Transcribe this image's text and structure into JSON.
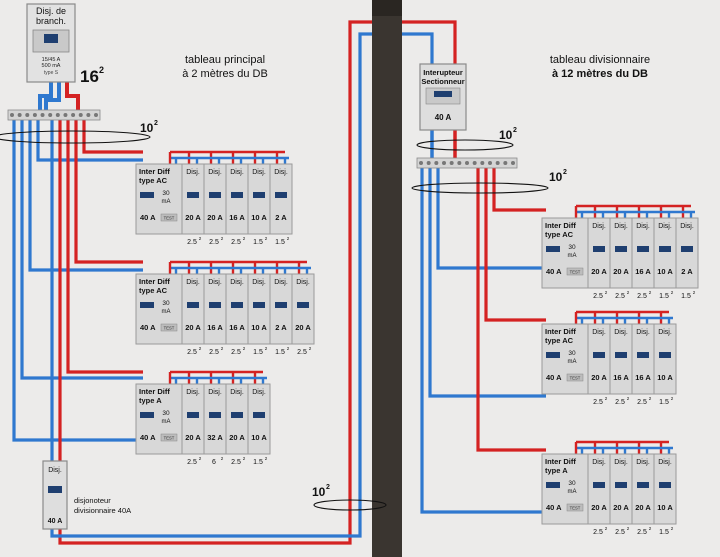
{
  "colors": {
    "phase": "#d42222",
    "neutral": "#2f78cf",
    "background": "#ecebea",
    "module_face": "#d8d8d8",
    "module_border": "#9a9a9a",
    "pillar": "#3a3530",
    "text": "#111111"
  },
  "main_breaker": {
    "title_line1": "Disj. de",
    "title_line2": "branch.",
    "spec_line1": "15/45 A",
    "spec_line2": "500 mA",
    "spec_line3": "type S"
  },
  "section_labels": {
    "main_panel_line1": "tableau principal",
    "main_panel_line2": "à 2 mètres du DB",
    "sub_panel_line1": "tableau divisionnaire",
    "sub_panel_line2": "à 12 mètres du DB"
  },
  "cable_labels": {
    "main_feed": "16",
    "main_bus": "10",
    "sub_feed": "10",
    "sub_bus": "10",
    "sub_bus2": "10",
    "exponent": "2"
  },
  "isolator": {
    "line1": "Interupteur",
    "line2": "Sectionneur",
    "rating": "40 A"
  },
  "sub_breaker": {
    "label": "Disj.",
    "rating": "40 A",
    "caption_line1": "disjonoteur",
    "caption_line2": "divisionnaire 40A"
  },
  "breaker_label": "Disj.",
  "rows": [
    {
      "rcd": {
        "line1": "Inter Diff",
        "line2": "type AC",
        "sens": "30",
        "unit": "mA",
        "rating": "40 A",
        "test": "TEST"
      },
      "breakers": [
        {
          "label": "Disj.",
          "rating": "20 A",
          "section": "2.5"
        },
        {
          "label": "Disj.",
          "rating": "20 A",
          "section": "2.5"
        },
        {
          "label": "Disj.",
          "rating": "16 A",
          "section": "2.5"
        },
        {
          "label": "Disj.",
          "rating": "10 A",
          "section": "1.5"
        },
        {
          "label": "Disj.",
          "rating": "2 A",
          "section": "1.5"
        }
      ]
    },
    {
      "rcd": {
        "line1": "Inter Diff",
        "line2": "type AC",
        "sens": "30",
        "unit": "mA",
        "rating": "40 A",
        "test": "TEST"
      },
      "breakers": [
        {
          "label": "Disj.",
          "rating": "20 A",
          "section": "2.5"
        },
        {
          "label": "Disj.",
          "rating": "16 A",
          "section": "2.5"
        },
        {
          "label": "Disj.",
          "rating": "16 A",
          "section": "2.5"
        },
        {
          "label": "Disj.",
          "rating": "10 A",
          "section": "1.5"
        },
        {
          "label": "Disj.",
          "rating": "2 A",
          "section": "1.5"
        },
        {
          "label": "Disj.",
          "rating": "20 A",
          "section": "2.5"
        }
      ]
    },
    {
      "rcd": {
        "line1": "Inter Diff",
        "line2": "type A",
        "sens": "30",
        "unit": "mA",
        "rating": "40 A",
        "test": "TEST"
      },
      "breakers": [
        {
          "label": "Disj.",
          "rating": "20 A",
          "section": "2.5"
        },
        {
          "label": "Disj.",
          "rating": "32 A",
          "section": "6"
        },
        {
          "label": "Disj.",
          "rating": "20 A",
          "section": "2.5"
        },
        {
          "label": "Disj.",
          "rating": "10 A",
          "section": "1.5"
        }
      ]
    },
    {
      "rcd": {
        "line1": "Inter Diff",
        "line2": "type AC",
        "sens": "30",
        "unit": "mA",
        "rating": "40 A",
        "test": "TEST"
      },
      "breakers": [
        {
          "label": "Disj.",
          "rating": "20 A",
          "section": "2.5"
        },
        {
          "label": "Disj.",
          "rating": "20 A",
          "section": "2.5"
        },
        {
          "label": "Disj.",
          "rating": "16 A",
          "section": "2.5"
        },
        {
          "label": "Disj.",
          "rating": "10 A",
          "section": "1.5"
        },
        {
          "label": "Disj.",
          "rating": "2 A",
          "section": "1.5"
        }
      ]
    },
    {
      "rcd": {
        "line1": "Inter Diff",
        "line2": "type AC",
        "sens": "30",
        "unit": "mA",
        "rating": "40 A",
        "test": "TEST"
      },
      "breakers": [
        {
          "label": "Disj.",
          "rating": "20 A",
          "section": "2.5"
        },
        {
          "label": "Disj.",
          "rating": "16 A",
          "section": "2.5"
        },
        {
          "label": "Disj.",
          "rating": "16 A",
          "section": "2.5"
        },
        {
          "label": "Disj.",
          "rating": "10 A",
          "section": "1.5"
        }
      ]
    },
    {
      "rcd": {
        "line1": "Inter Diff",
        "line2": "type A",
        "sens": "30",
        "unit": "mA",
        "rating": "40 A",
        "test": "TEST"
      },
      "breakers": [
        {
          "label": "Disj.",
          "rating": "20 A",
          "section": "2.5"
        },
        {
          "label": "Disj.",
          "rating": "20 A",
          "section": "2.5"
        },
        {
          "label": "Disj.",
          "rating": "20 A",
          "section": "2.5"
        },
        {
          "label": "Disj.",
          "rating": "10 A",
          "section": "1.5"
        }
      ]
    }
  ]
}
